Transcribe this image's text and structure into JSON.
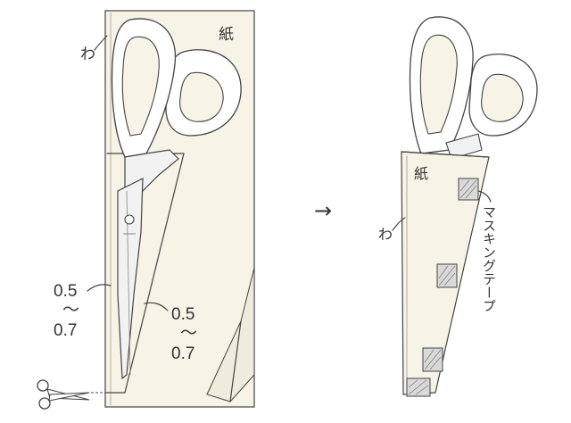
{
  "colors": {
    "paper": "#f7f3e6",
    "outline": "#444444",
    "handle": "#ffffff",
    "blade": "#f2f2f2",
    "tape": "#d9d9d9"
  },
  "left": {
    "paper_label": "紙",
    "fold_label": "わ",
    "margin_left": {
      "top": "0.5",
      "tilde": "〜",
      "bottom": "0.7"
    },
    "margin_right": {
      "top": "0.5",
      "tilde": "〜",
      "bottom": "0.7"
    }
  },
  "arrow": "→",
  "right": {
    "paper_label": "紙",
    "fold_label": "わ",
    "tape_label": "マスキングテープ"
  },
  "icons": [
    "scissors-icon"
  ]
}
